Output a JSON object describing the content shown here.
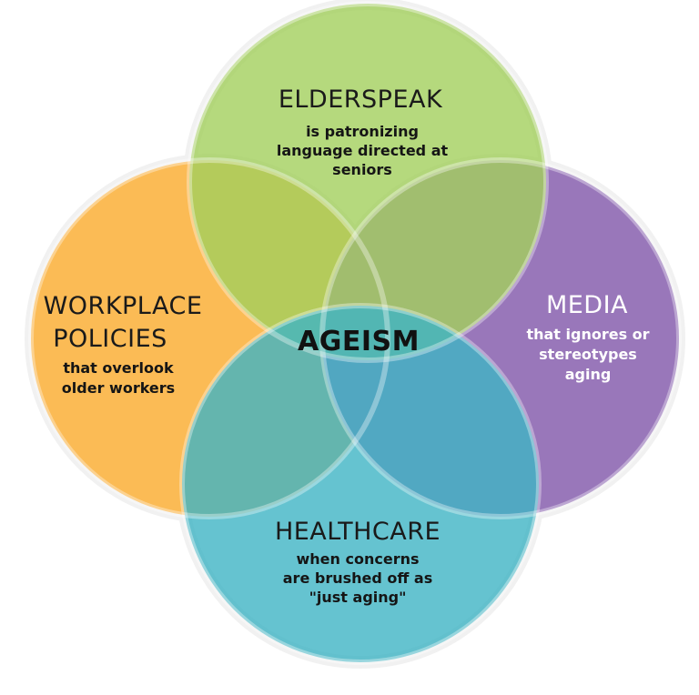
{
  "center": {
    "label": "AGEISM"
  },
  "circles": {
    "elderspeak": {
      "title": "ELDERSPEAK",
      "lines": [
        "is patronizing",
        "language directed at",
        "seniors"
      ],
      "color": "#a3cf5c"
    },
    "workplace": {
      "title_lines": [
        "WORKPLACE",
        "POLICIES"
      ],
      "lines": [
        "that overlook",
        "older workers"
      ],
      "color": "#fbb94f"
    },
    "media": {
      "title": "MEDIA",
      "lines": [
        "that ignores or",
        "stereotypes",
        "aging"
      ],
      "color": "#9673b8"
    },
    "healthcare": {
      "title": "HEALTHCARE",
      "lines": [
        "when concerns",
        "are brushed off as",
        "\"just aging\""
      ],
      "color": "#3fb4c4"
    }
  }
}
